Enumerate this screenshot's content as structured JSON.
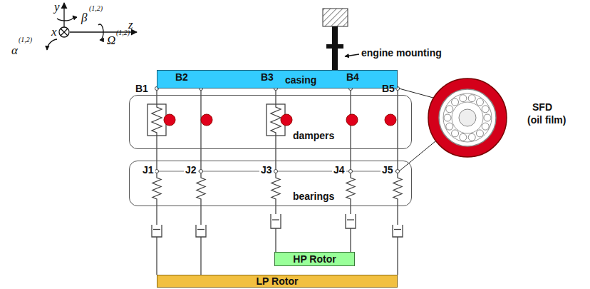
{
  "diagram": {
    "nodes": [
      {
        "text": [
          "casing"
        ]
      },
      {
        "text": [
          "dampers"
        ]
      },
      {
        "text": [
          "bearings"
        ]
      },
      {
        "text": [
          "HP Rotor"
        ]
      },
      {
        "text": [
          "LP Rotor"
        ]
      }
    ],
    "labels": [
      "y",
      "β",
      "(1,2)",
      "α",
      "(1,2)",
      "x",
      "z",
      "Ω",
      "(1,2)",
      "engine mounting",
      "B1",
      "B2",
      "B3",
      "B4",
      "B5",
      "J1",
      "J2",
      "J3",
      "J4",
      "J5",
      "SFD",
      "(oil film)"
    ]
  }
}
